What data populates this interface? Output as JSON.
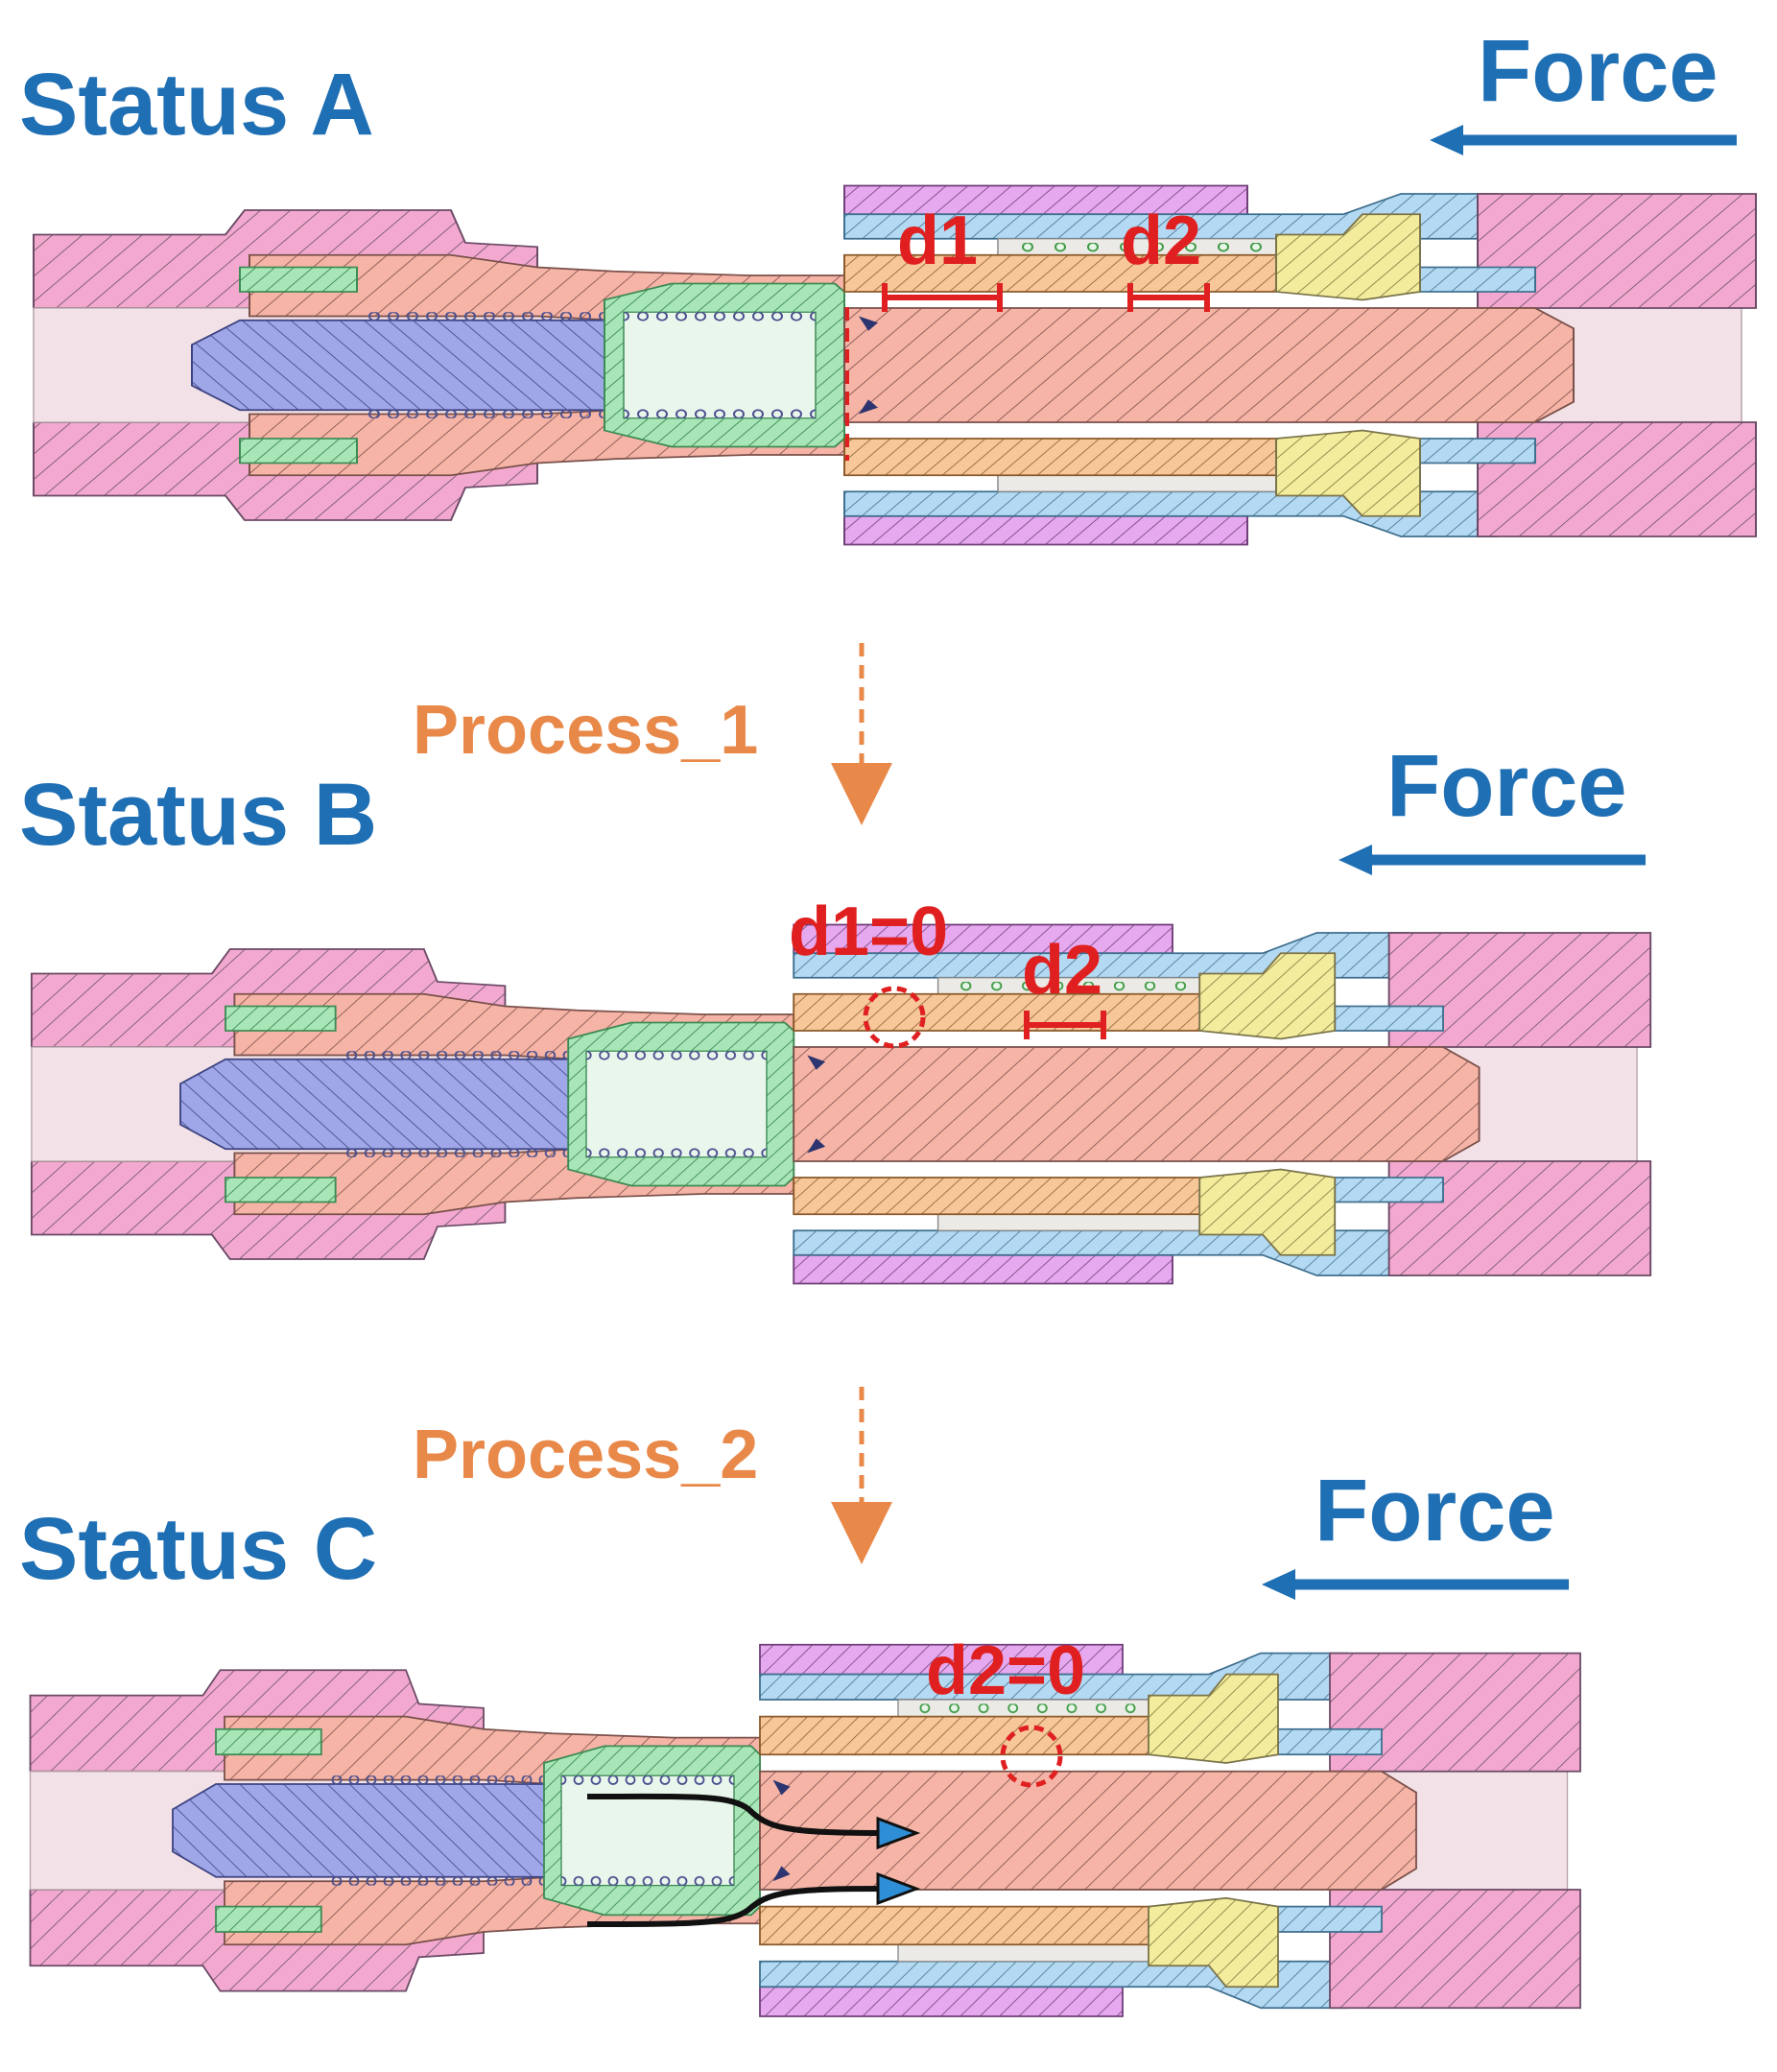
{
  "labels": {
    "status_a": "Status A",
    "status_b": "Status B",
    "status_c": "Status C",
    "force": "Force",
    "process_1": "Process_1",
    "process_2": "Process_2",
    "d1": "d1",
    "d2": "d2",
    "d1_zero": "d1=0",
    "d2_zero": "d2=0"
  },
  "colors": {
    "status_text": "#1f6fb4",
    "force_arrow": "#1f6fb4",
    "process_arrow": "#e8894a",
    "measure": "#e02020",
    "body_pink": "#f3a9cf",
    "salmon": "#f5b4a6",
    "blue_plug": "#9fa7e8",
    "green_seat": "#a8e6b8",
    "yellow_part": "#f3ec9c",
    "light_blue": "#b4d9f2",
    "violet": "#e6a8ee",
    "orange_sleeve": "#f7c79a",
    "bore": "#f2e1e6",
    "flow_arrow": "#111111",
    "flow_head": "#2f8fd6"
  }
}
